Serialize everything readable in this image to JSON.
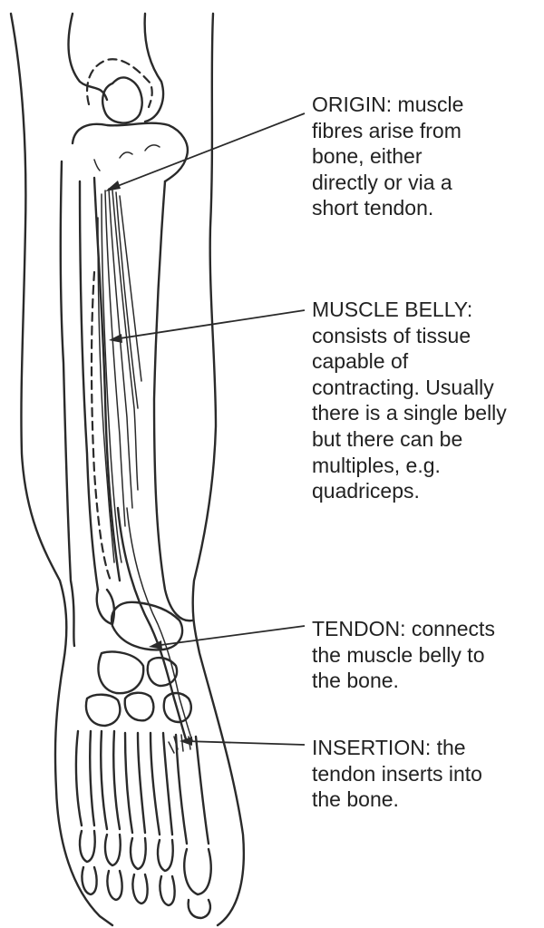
{
  "labels": {
    "origin": [
      "ORIGIN: muscle",
      "fibres arise from",
      "bone, either",
      "directly or via a",
      "short tendon."
    ],
    "muscle_belly": [
      "MUSCLE BELLY:",
      "consists of tissue",
      "capable of",
      "contracting. Usually",
      "there is a single belly",
      "but there can be",
      "multiples, e.g.",
      "quadriceps."
    ],
    "tendon": [
      "TENDON: connects",
      "the muscle belly to",
      "the bone."
    ],
    "insertion": [
      "INSERTION: the",
      "tendon inserts into",
      "the bone."
    ]
  }
}
